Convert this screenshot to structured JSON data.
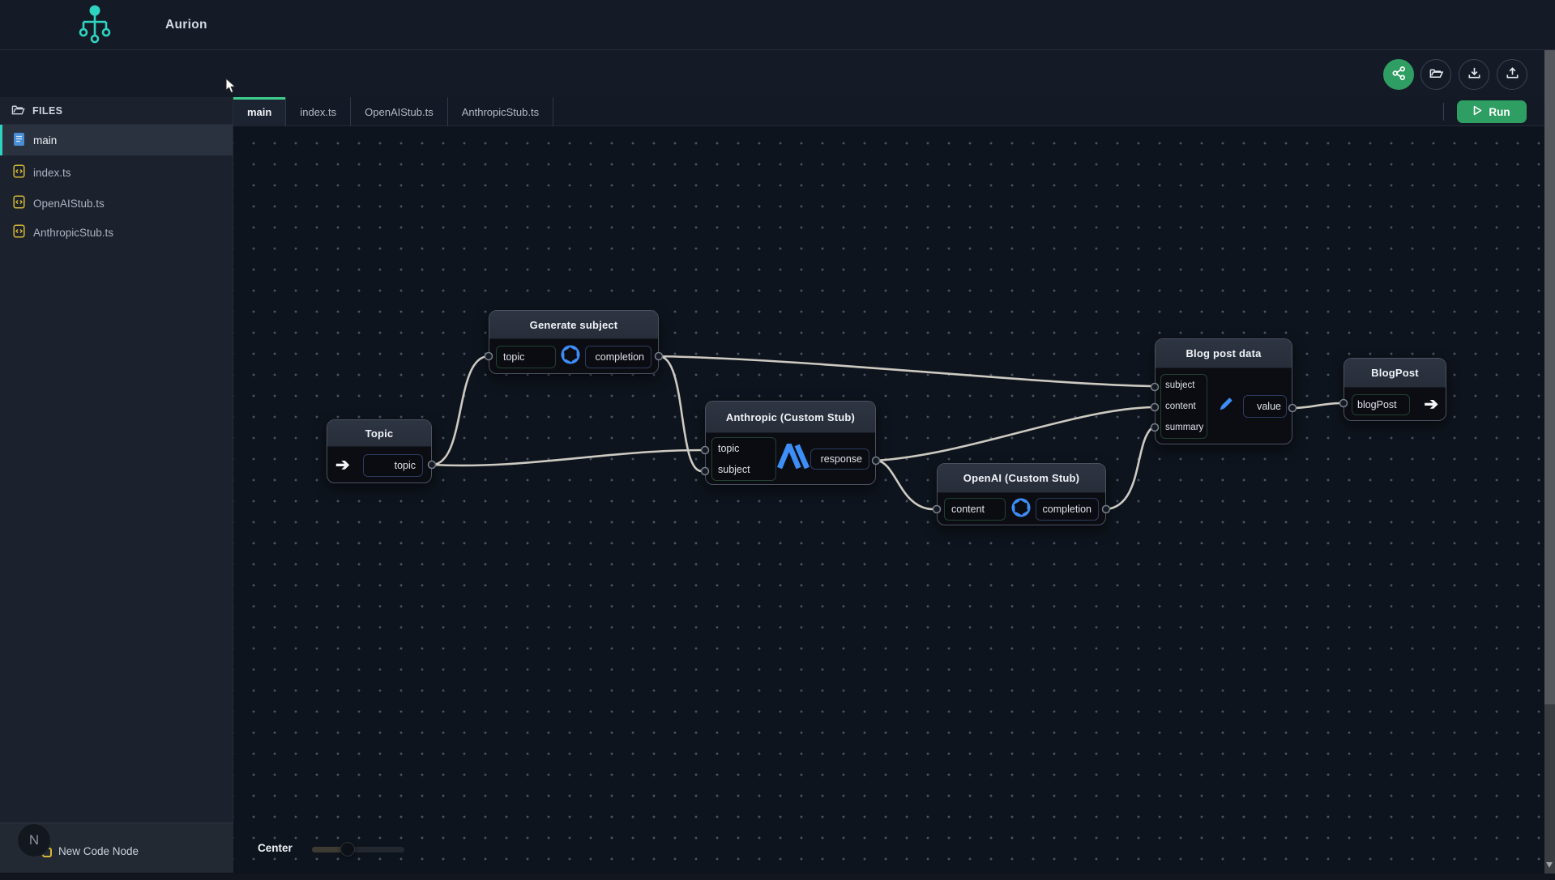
{
  "app": {
    "name": "Aurion"
  },
  "toolbar": {
    "run_label": "Run",
    "icons": [
      "share-network",
      "folder-open",
      "download-tray",
      "upload-tray"
    ]
  },
  "sidebar": {
    "files_header": "FILES",
    "items": [
      {
        "label": "main",
        "icon": "document-blue",
        "active": true
      },
      {
        "label": "index.ts",
        "icon": "typescript-file-yellow",
        "active": false
      },
      {
        "label": "OpenAIStub.ts",
        "icon": "typescript-file-yellow",
        "active": false
      },
      {
        "label": "AnthropicStub.ts",
        "icon": "typescript-file-yellow",
        "active": false
      }
    ],
    "footer": {
      "avatar_letter": "N",
      "new_code_node_label": "New Code Node"
    }
  },
  "tabs": [
    {
      "label": "main",
      "active": true
    },
    {
      "label": "index.ts",
      "active": false
    },
    {
      "label": "OpenAIStub.ts",
      "active": false
    },
    {
      "label": "AnthropicStub.ts",
      "active": false
    }
  ],
  "canvas": {
    "center_button_label": "Center"
  },
  "nodes": {
    "topic": {
      "title": "Topic",
      "outputs": [
        {
          "label": "topic"
        }
      ],
      "icon": "arrow-right"
    },
    "generate_subject": {
      "title": "Generate subject",
      "icon": "openai-logo",
      "inputs": [
        {
          "label": "topic"
        }
      ],
      "outputs": [
        {
          "label": "completion"
        }
      ]
    },
    "anthropic": {
      "title": "Anthropic (Custom Stub)",
      "icon": "anthropic-logo",
      "inputs": [
        {
          "label": "topic"
        },
        {
          "label": "subject"
        }
      ],
      "outputs": [
        {
          "label": "response"
        }
      ]
    },
    "openai": {
      "title": "OpenAI (Custom Stub)",
      "icon": "openai-logo",
      "inputs": [
        {
          "label": "content"
        }
      ],
      "outputs": [
        {
          "label": "completion"
        }
      ]
    },
    "blog_post_data": {
      "title": "Blog post data",
      "icon": "pencil",
      "inputs": [
        {
          "label": "subject"
        },
        {
          "label": "content"
        },
        {
          "label": "summary"
        }
      ],
      "outputs": [
        {
          "label": "value"
        }
      ]
    },
    "blogpost": {
      "title": "BlogPost",
      "icon": "arrow-right",
      "inputs": [
        {
          "label": "blogPost"
        }
      ]
    }
  },
  "colors": {
    "accent_green": "#2f9e63",
    "tab_active_green": "#3ecf8e",
    "teal": "#2fd4c0",
    "logo_blue": "#3d8ef7",
    "wire": "#d8d4cb",
    "ts_yellow": "#d6b833"
  }
}
